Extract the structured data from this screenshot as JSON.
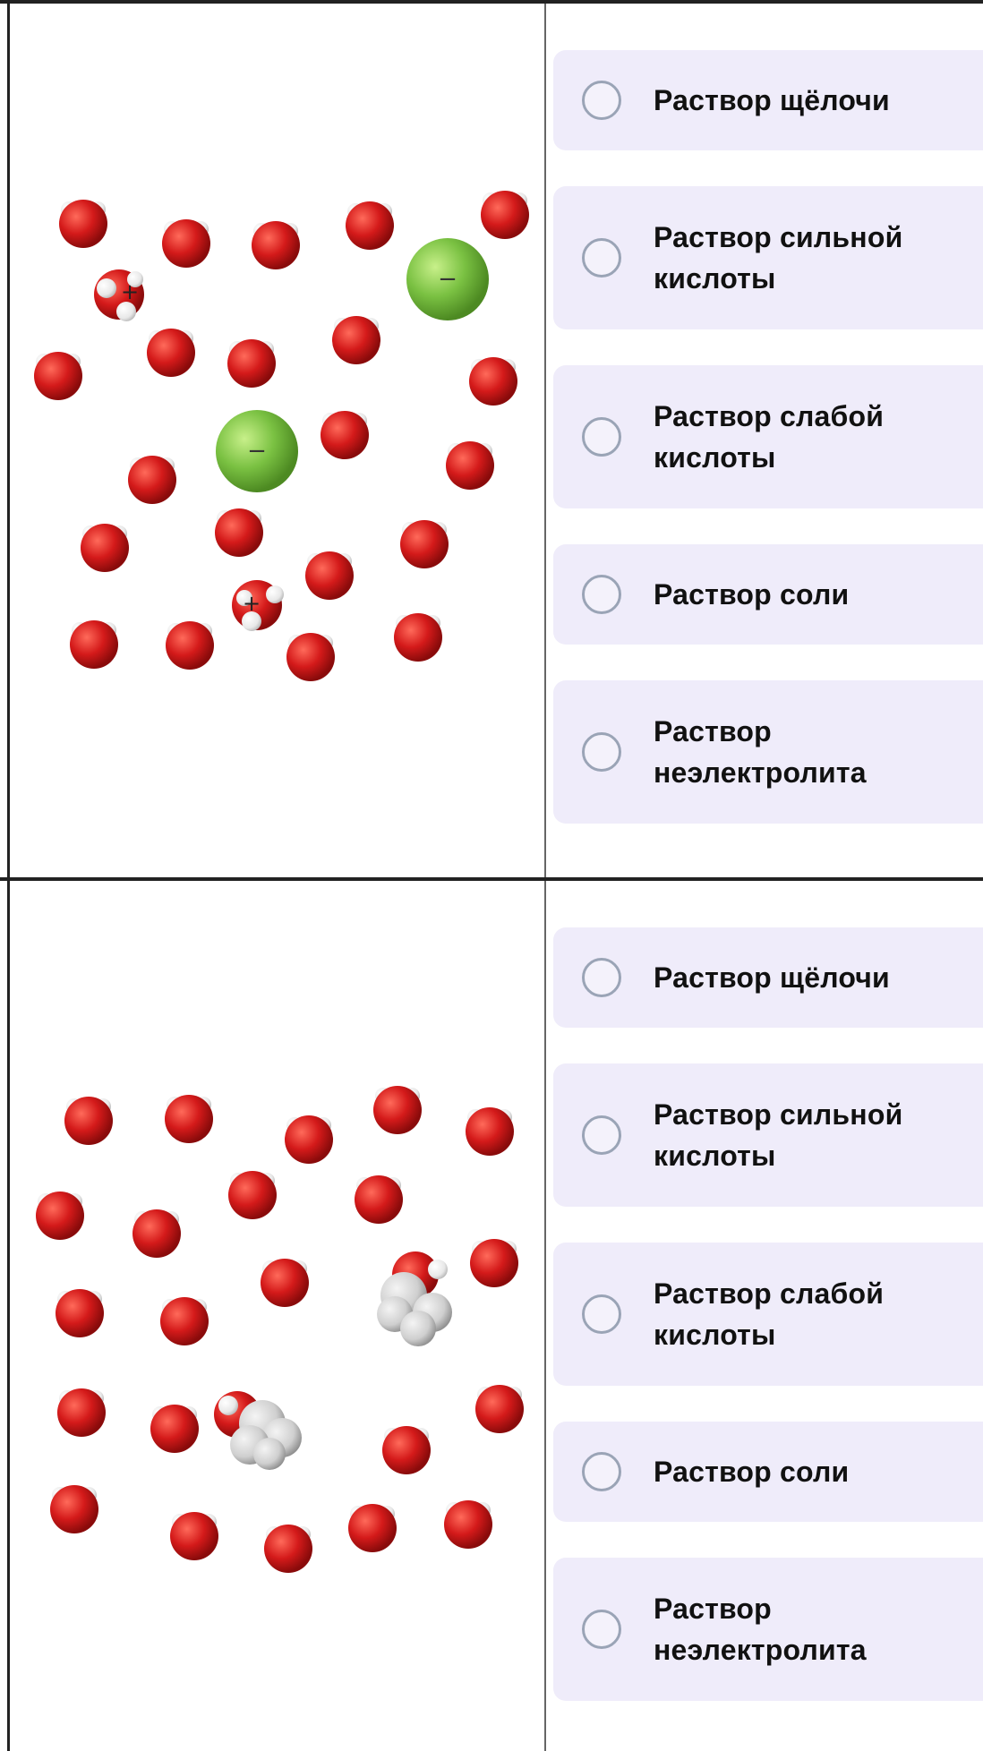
{
  "questions": [
    {
      "options": [
        {
          "label": "Раствор щёлочи"
        },
        {
          "label": "Раствор сильной кислоты"
        },
        {
          "label": "Раствор слабой кислоты"
        },
        {
          "label": "Раствор соли"
        },
        {
          "label": "Раствор неэлектролита"
        }
      ],
      "illustration": {
        "cation_sign": "+",
        "anion_sign": "−"
      }
    },
    {
      "options": [
        {
          "label": "Раствор щёлочи"
        },
        {
          "label": "Раствор сильной кислоты"
        },
        {
          "label": "Раствор слабой кислоты"
        },
        {
          "label": "Раствор соли"
        },
        {
          "label": "Раствор неэлектролита"
        }
      ]
    }
  ],
  "colors": {
    "option_bg": "#efecfa",
    "radio_border": "#9aa4b6",
    "oxygen": "#d41a1a",
    "hydrogen": "#ffffff",
    "chloride": "#7ac142",
    "carbon": "#d6d6d6"
  }
}
